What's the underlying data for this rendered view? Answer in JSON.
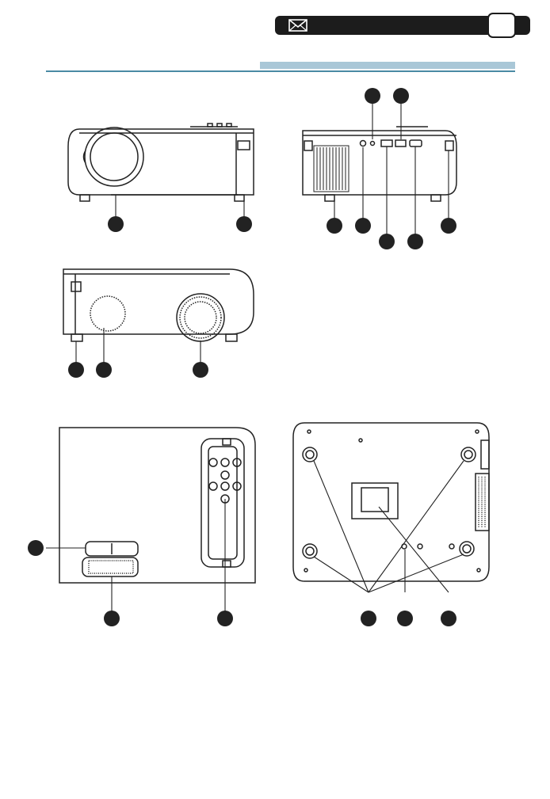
{
  "header": {
    "icon": "envelope-icon",
    "bar_color": "#1c1c1c",
    "page_number": ""
  },
  "section": {
    "rule_color": "#4a8aa4",
    "band_color": "#a9c7d7"
  },
  "figures": {
    "front_view": {
      "callouts": 2
    },
    "rear_view": {
      "callouts": 7
    },
    "side_view": {
      "callouts": 3
    },
    "top_view": {
      "callouts": 3
    },
    "bottom_view": {
      "callouts": 3
    }
  }
}
